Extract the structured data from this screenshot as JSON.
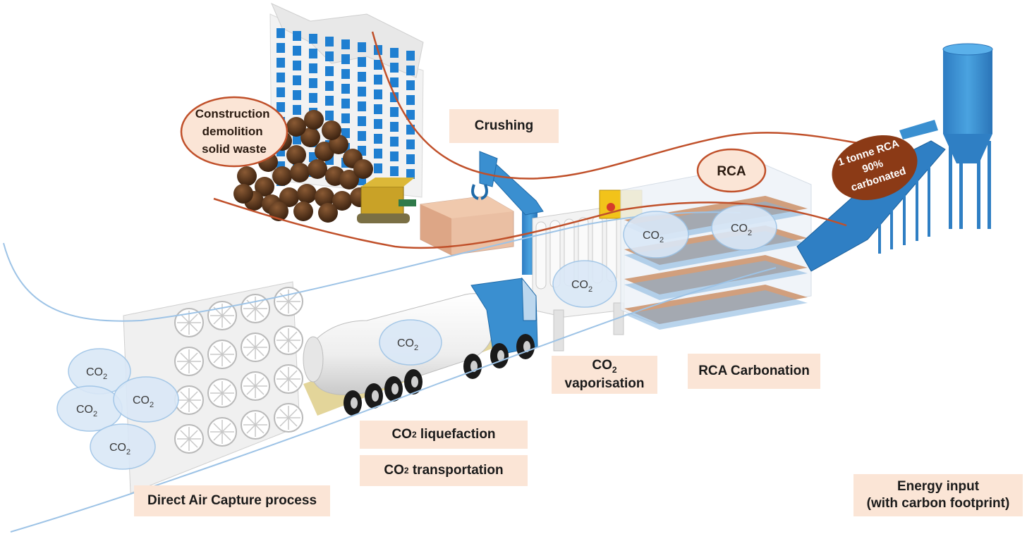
{
  "labels": {
    "crushing": "Crushing",
    "rca": "RCA",
    "construction": [
      "Construction",
      "demolition",
      "solid waste"
    ],
    "rca_output": [
      "1 tonne RCA",
      "90%",
      "carbonated"
    ],
    "co2_vaporisation": {
      "co": "CO",
      "sub": "2",
      "rest": "vaporisation"
    },
    "rca_carbonation": "RCA Carbonation",
    "co2_liquefaction": {
      "co": "CO",
      "sub": "2",
      "rest": " liquefaction"
    },
    "co2_transportation": {
      "co": "CO",
      "sub": "2",
      "rest": " transportation"
    },
    "direct_air_capture": "Direct Air Capture process",
    "energy_input": [
      "Energy input",
      "(with carbon footprint)"
    ]
  },
  "co2_bubble": {
    "co": "CO",
    "sub": "2"
  },
  "colors": {
    "label_fill": "#fbe5d6",
    "waste_line": "#c0502a",
    "co2_line": "#9dc3e6",
    "bubble_fill": "#dae8f7",
    "rca_oval_fill": "#fbe5d6",
    "rca_output_fill": "#8b3a16",
    "equipment_blue": "#3a8fd0"
  }
}
